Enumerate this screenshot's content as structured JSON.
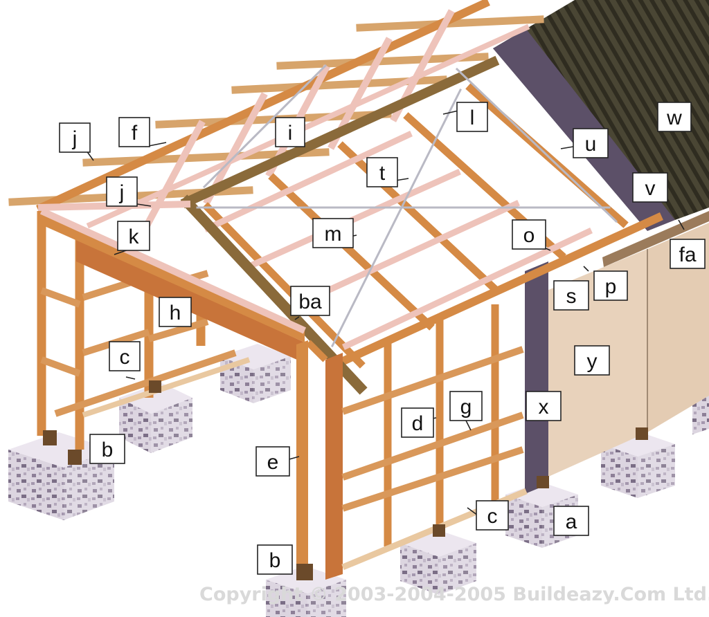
{
  "labels": {
    "a": "a",
    "b1": "b",
    "b2": "b",
    "ba": "ba",
    "c1": "c",
    "c2": "c",
    "d": "d",
    "e": "e",
    "f": "f",
    "fa": "fa",
    "g": "g",
    "h": "h",
    "i": "i",
    "j1": "j",
    "j2": "j",
    "k": "k",
    "l": "l",
    "m": "m",
    "o": "o",
    "p": "p",
    "s": "s",
    "t": "t",
    "u": "u",
    "v": "v",
    "w": "w",
    "x": "x",
    "y": "y"
  },
  "copyright": "Copyright © 2003-2004-2005 Buildeazy.Com Ltd.",
  "colors": {
    "timber": "#d58a45",
    "timber_dark": "#9a5a24",
    "rafter_pink": "#eec3ba",
    "ridge": "#8a6a3a",
    "roofing": "#3f3c2c",
    "wall_sheet": "#e8d2bb",
    "barge_purple": "#5c5068",
    "pile_stone": "#d8d0dc"
  }
}
